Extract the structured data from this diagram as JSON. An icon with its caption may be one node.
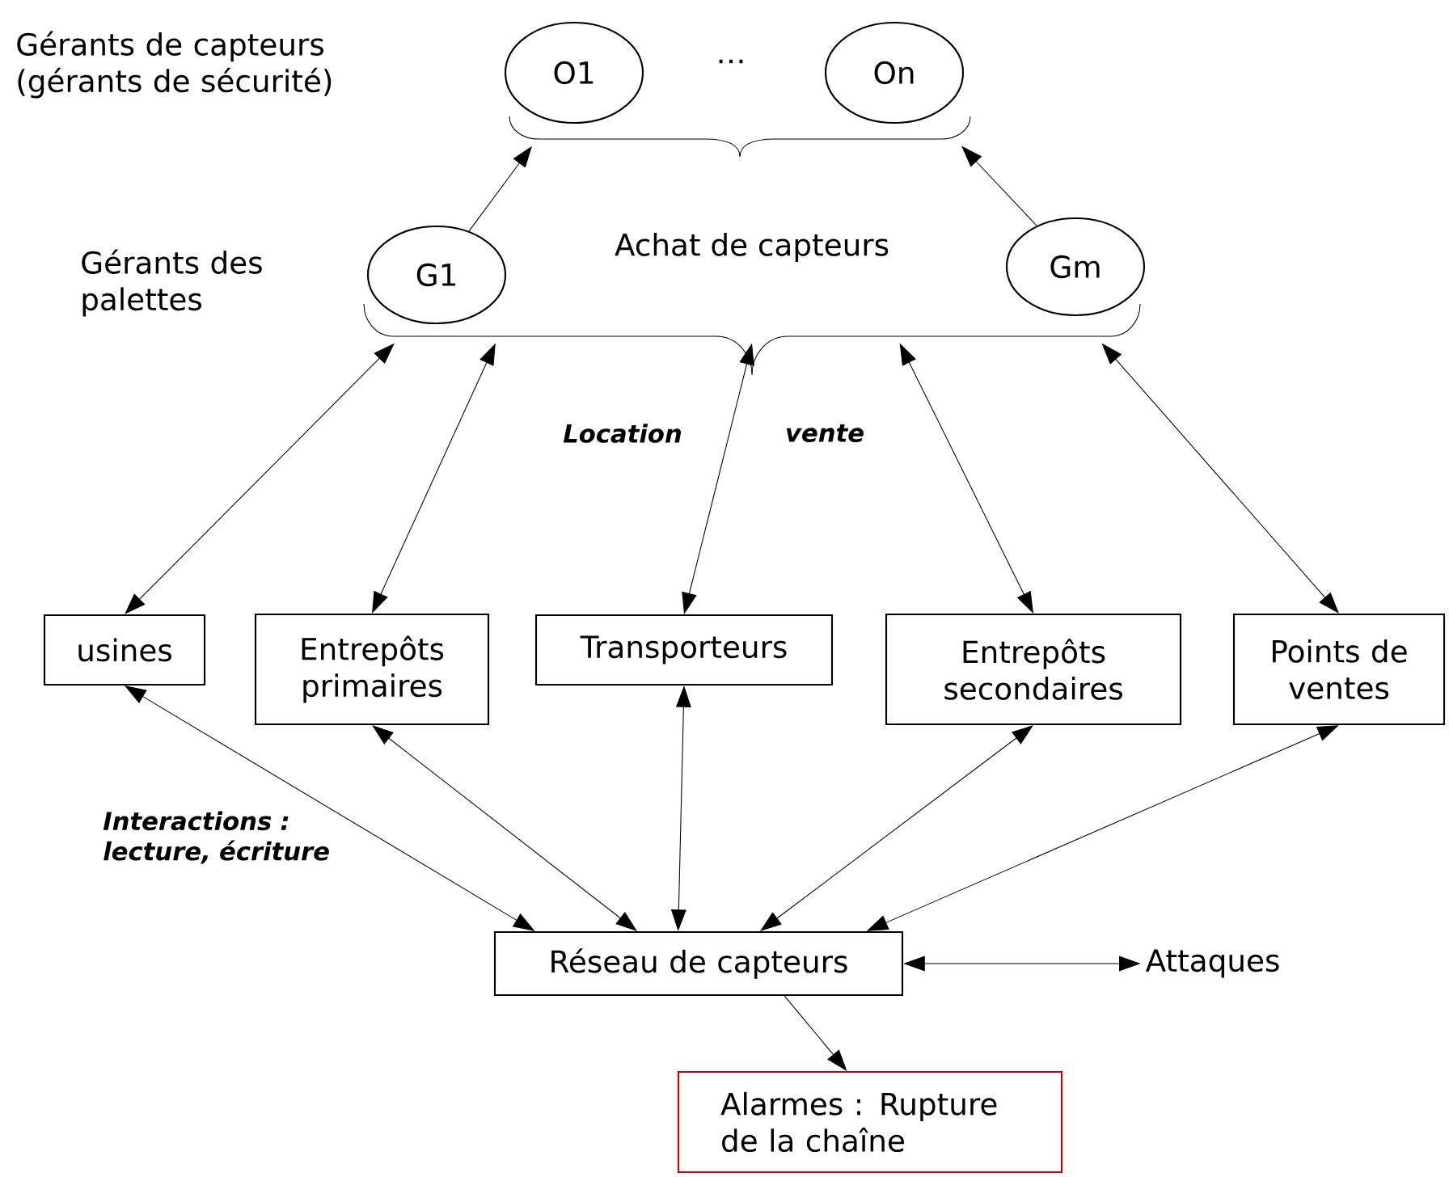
{
  "diagram": {
    "nodes": [
      {
        "text": [
          "O1"
        ]
      },
      {
        "text": [
          "On"
        ]
      },
      {
        "text": [],
        "shape": "brace"
      },
      {
        "text": [
          "G1"
        ]
      },
      {
        "text": [
          "Gm"
        ]
      },
      {
        "text": [],
        "shape": "brace"
      },
      {
        "text": [
          "usines"
        ]
      },
      {
        "text": [
          "Entrepôts primaires"
        ]
      },
      {
        "text": [
          "Transporteurs"
        ]
      },
      {
        "text": [
          "Entrepôts secondaires"
        ]
      },
      {
        "text": [
          "Points de ventes"
        ]
      },
      {
        "text": [
          "Réseau de capteurs"
        ]
      },
      {
        "text": [
          "Attaques"
        ]
      },
      {
        "text": [
          "Alarmes : Rupture de la chaîne"
        ]
      }
    ],
    "edges": [
      {
        "from": 3,
        "to": 2,
        "arrow": "to"
      },
      {
        "from": 4,
        "to": 2,
        "arrow": "to"
      },
      {
        "from": 6,
        "to": 5,
        "arrow": "both"
      },
      {
        "from": 7,
        "to": 5,
        "arrow": "both"
      },
      {
        "from": 8,
        "to": 5,
        "arrow": "both"
      },
      {
        "from": 9,
        "to": 5,
        "arrow": "both"
      },
      {
        "from": 10,
        "to": 5,
        "arrow": "both"
      },
      {
        "from": 6,
        "to": 11,
        "arrow": "both"
      },
      {
        "from": 7,
        "to": 11,
        "arrow": "both"
      },
      {
        "from": 8,
        "to": 11,
        "arrow": "both"
      },
      {
        "from": 9,
        "to": 11,
        "arrow": "both"
      },
      {
        "from": 10,
        "to": 11,
        "arrow": "both"
      },
      {
        "from": 11,
        "to": 12,
        "arrow": "both"
      },
      {
        "from": 11,
        "to": 13,
        "arrow": "to"
      }
    ],
    "labels": [
      "Gérants de capteurs (gérants de sécurité)",
      "…",
      "Gérants des palettes",
      "Achat de capteurs",
      "Location",
      "vente",
      "Interactions : lecture, écriture"
    ]
  }
}
